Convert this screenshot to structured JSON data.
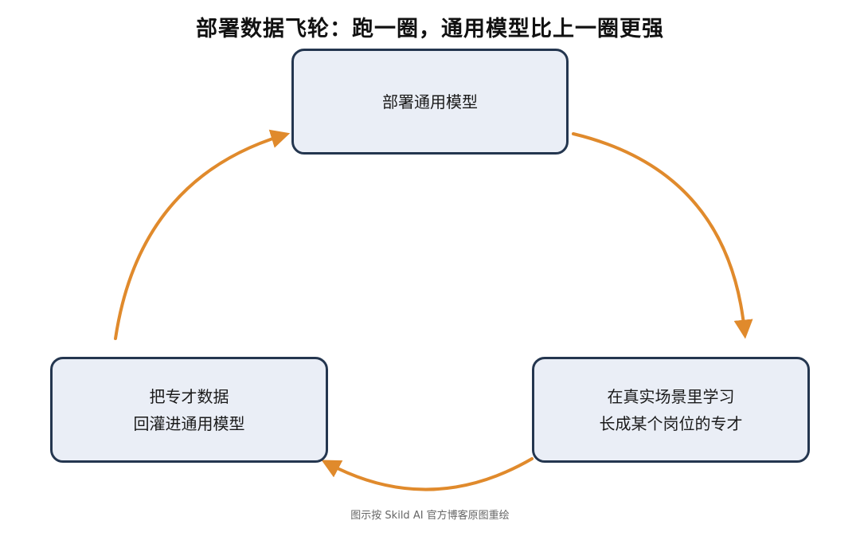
{
  "title": "部署数据飞轮：跑一圈，通用模型比上一圈更强",
  "nodes": {
    "top": [
      "部署通用模型"
    ],
    "right": [
      "在真实场景里学习",
      "长成某个岗位的专才"
    ],
    "left": [
      "把专才数据",
      "回灌进通用模型"
    ]
  },
  "caption": "图示按 Skild AI 官方博客原图重绘",
  "colors": {
    "arrow": "#e08a2c",
    "node_fill": "#eaeef6",
    "node_border": "#24364f"
  }
}
